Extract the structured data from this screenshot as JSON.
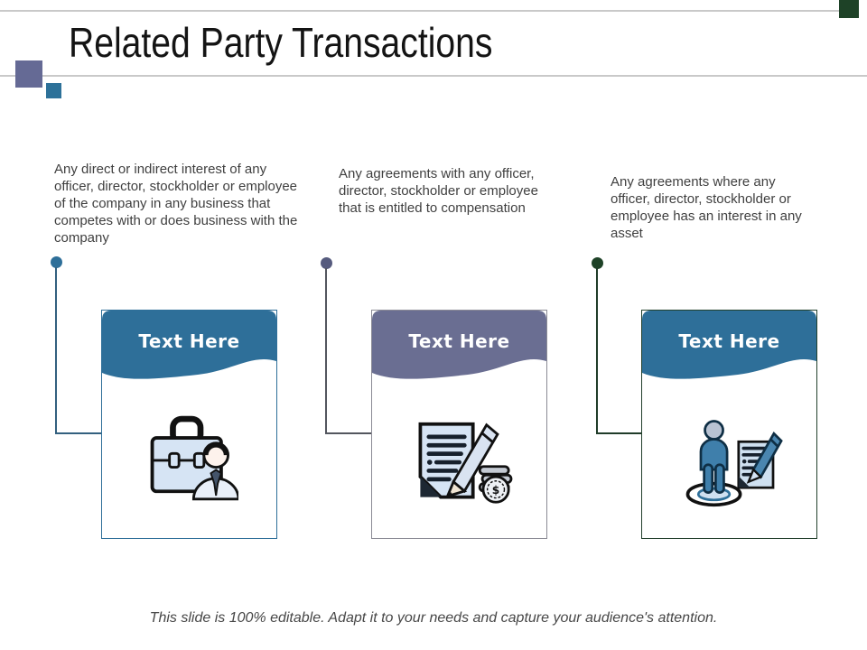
{
  "slide": {
    "title": "Related Party Transactions",
    "footer": "This slide is 100% editable. Adapt it to your needs and capture your audience's attention."
  },
  "colors": {
    "teal_accent": "#2e6f99",
    "purple_accent": "#6a6e92",
    "dark_green_accent": "#1e4227",
    "divider_gray": "#c9c9c9",
    "corner_square_purple": "#656a95",
    "corner_square_teal": "#2d7199",
    "body_text": "#3f3f3f"
  },
  "columns": [
    {
      "description": "Any direct or indirect interest of any officer, director, stockholder or employee of the company in any business that competes with or does business with the company",
      "card_label": "Text Here",
      "icon": "businessman-briefcase",
      "accent": "#2e6f99"
    },
    {
      "description": "Any agreements with any officer, director, stockholder or employee that is entitled to compensation",
      "card_label": "Text Here",
      "icon": "contract-signing-money",
      "accent": "#565b7e"
    },
    {
      "description": "Any agreements where any officer, director, stockholder or employee has an interest in any asset",
      "card_label": "Text Here",
      "icon": "person-target-document",
      "accent": "#1e4227"
    }
  ]
}
